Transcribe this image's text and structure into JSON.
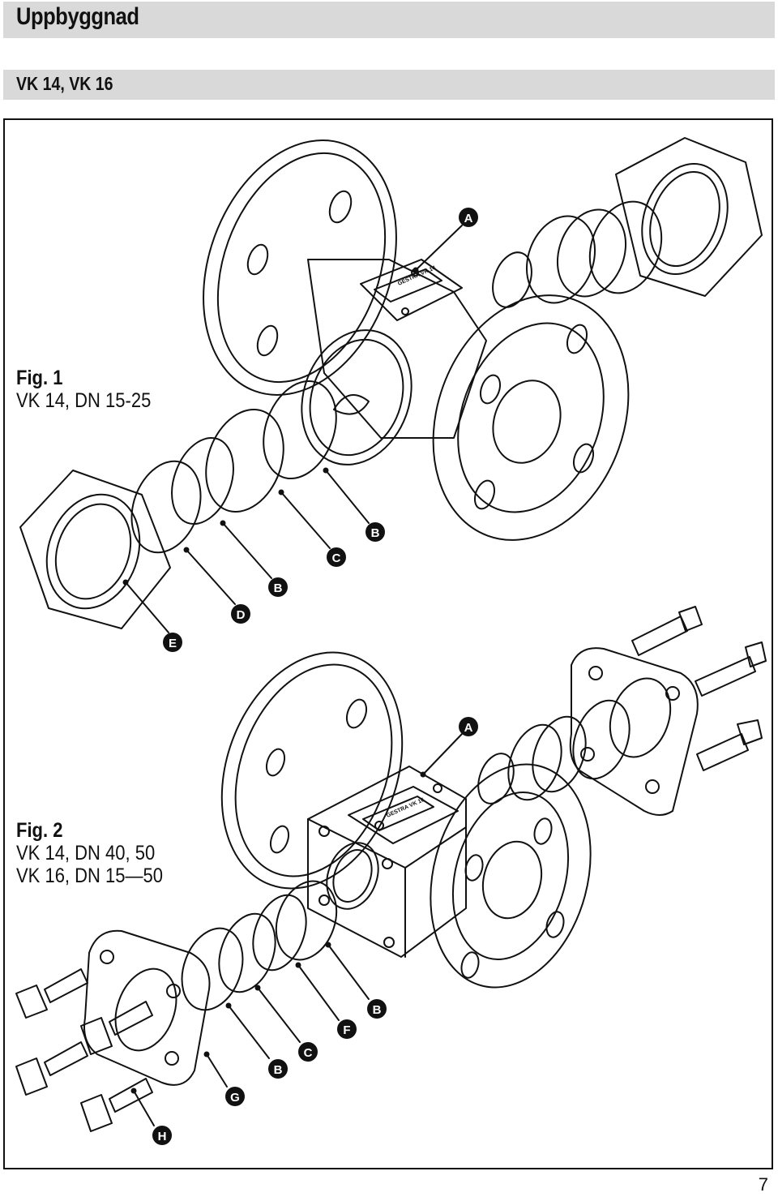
{
  "header": {
    "title": "Uppbyggnad",
    "subtitle": "VK 14, VK 16"
  },
  "fig1": {
    "caption": "Fig. 1",
    "line1": "VK 14, DN 15-25"
  },
  "fig2": {
    "caption": "Fig. 2",
    "line1": "VK 14, DN 40, 50",
    "line2": "VK 16, DN 15—50"
  },
  "callouts": {
    "fig1": [
      "A",
      "B",
      "C",
      "B",
      "D",
      "E"
    ],
    "fig2": [
      "A",
      "B",
      "F",
      "C",
      "B",
      "G",
      "H"
    ]
  },
  "nameplates": {
    "fig1": "GESTRA VK 14",
    "fig2": "GESTRA VK 16"
  },
  "page_number": "7"
}
